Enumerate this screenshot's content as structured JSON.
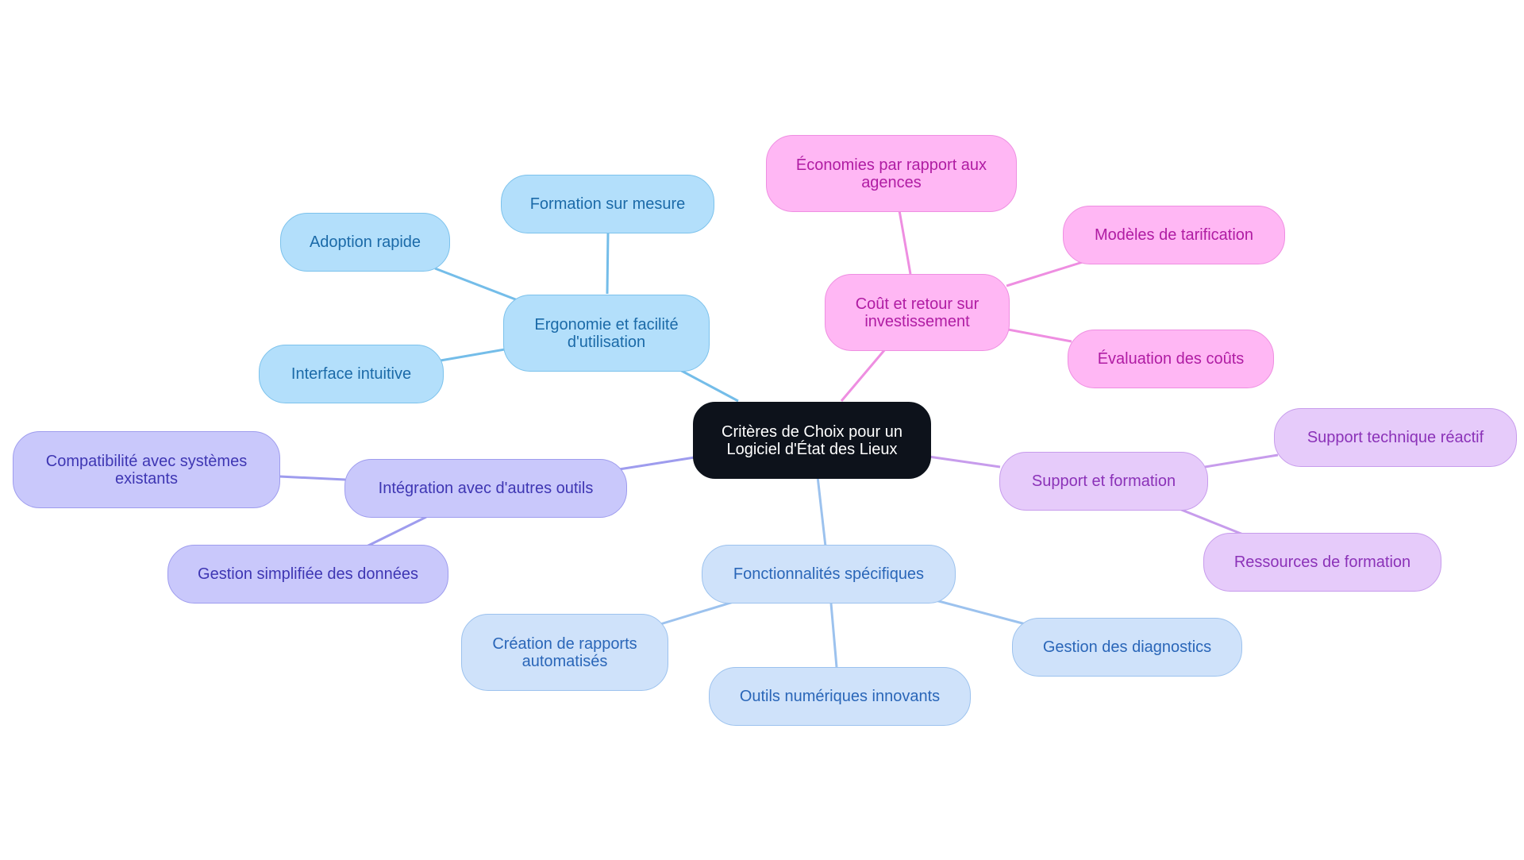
{
  "root": {
    "label": "Critères de Choix pour un Logiciel d'État des Lieux"
  },
  "branches": {
    "ergonomie": {
      "label": "Ergonomie et facilité d'utilisation",
      "children": [
        "Formation sur mesure",
        "Adoption rapide",
        "Interface intuitive"
      ]
    },
    "cout": {
      "label": "Coût et retour sur investissement",
      "children": [
        "Économies par rapport aux agences",
        "Modèles de tarification",
        "Évaluation des coûts"
      ]
    },
    "support": {
      "label": "Support et formation",
      "children": [
        "Support technique réactif",
        "Ressources de formation"
      ]
    },
    "fonctionnalites": {
      "label": "Fonctionnalités spécifiques",
      "children": [
        "Création de rapports automatisés",
        "Outils numériques innovants",
        "Gestion des diagnostics"
      ]
    },
    "integration": {
      "label": "Intégration avec d'autres outils",
      "children": [
        "Compatibilité avec systèmes existants",
        "Gestion simplifiée des données"
      ]
    }
  },
  "colors": {
    "root": "#0d121b",
    "ergonomie": "#b3dffb",
    "cout": "#ffb7f4",
    "support": "#e6cbfa",
    "fonctionnalites": "#cfe2fa",
    "integration": "#c9c8fb"
  }
}
